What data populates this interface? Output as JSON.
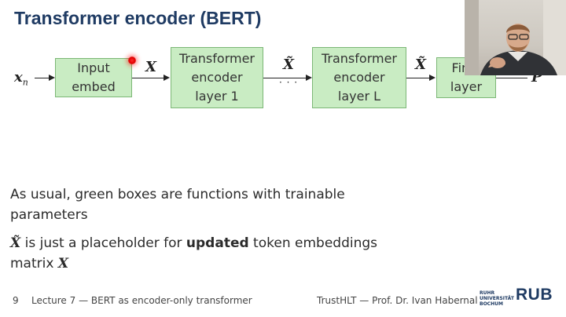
{
  "slide": {
    "title": "Transformer encoder (BERT)",
    "page_number": "9",
    "lecture": "Lecture 7 — BERT as encoder-only transformer",
    "author": "TrustHLT — Prof. Dr. Ivan Habernal"
  },
  "diagram": {
    "input_var": "x",
    "input_sub": "n",
    "after_embed_var": "X",
    "tilde_var_1": "X̃",
    "tilde_var_2": "X̃",
    "dots": "· · ·",
    "output_var": "P",
    "boxes": {
      "embed_line1": "Input",
      "embed_line2": "embed",
      "layer1_line1": "Transformer",
      "layer1_line2": "encoder",
      "layer1_line3": "layer 1",
      "layerL_line1": "Transformer",
      "layerL_line2": "encoder",
      "layerL_line3": "layer L",
      "final_line1": "Final",
      "final_line2": "layer"
    }
  },
  "body": {
    "para1": "As usual, green boxes are functions with trainable parameters",
    "para2_var": "X̃",
    "para2_pre": " is just a placeholder for ",
    "para2_bold": "updated",
    "para2_post": " token embeddings matrix ",
    "para2_var_end": "X"
  },
  "logo": {
    "small_line1": "RUHR",
    "small_line2": "UNIVERSITÄT",
    "small_line3": "BOCHUM",
    "big": "RUB"
  },
  "colors": {
    "title": "#1f3b63",
    "box_fill": "#c9ecc3",
    "box_border": "#7cb776",
    "pointer": "#e00000"
  }
}
